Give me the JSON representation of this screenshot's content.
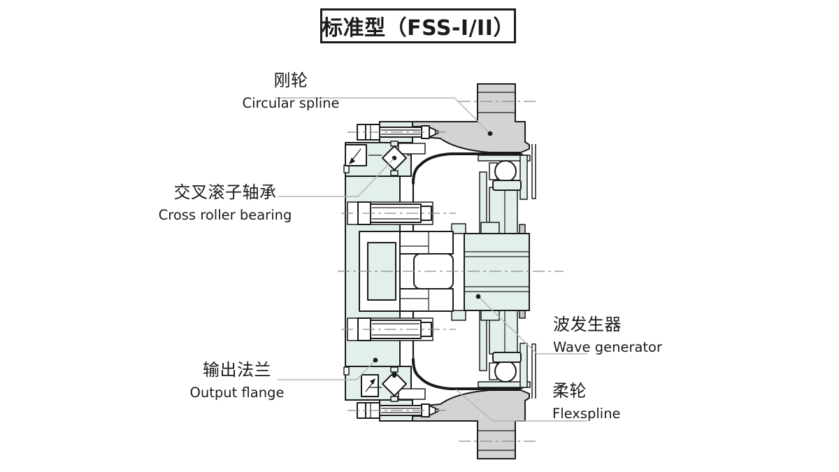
{
  "title": "标准型（FSS-I/II）",
  "labels": {
    "circular_spline": {
      "cn": "刚轮",
      "en": "Circular spline"
    },
    "cross_roller_bearing": {
      "cn": "交叉滚子轴承",
      "en": "Cross roller bearing"
    },
    "output_flange": {
      "cn": "输出法兰",
      "en": "Output flange"
    },
    "wave_generator": {
      "cn": "波发生器",
      "en": "Wave generator"
    },
    "flexspline": {
      "cn": "柔轮",
      "en": "Flexspline"
    }
  },
  "colors": {
    "part_fill_light": "#e2efec",
    "part_fill_gray": "#d3d3d3",
    "part_fill_gray2": "#c8c8c8",
    "outline": "#1a1a1a",
    "centerline": "#8a8a8a",
    "leader": "#b3b3b3"
  }
}
